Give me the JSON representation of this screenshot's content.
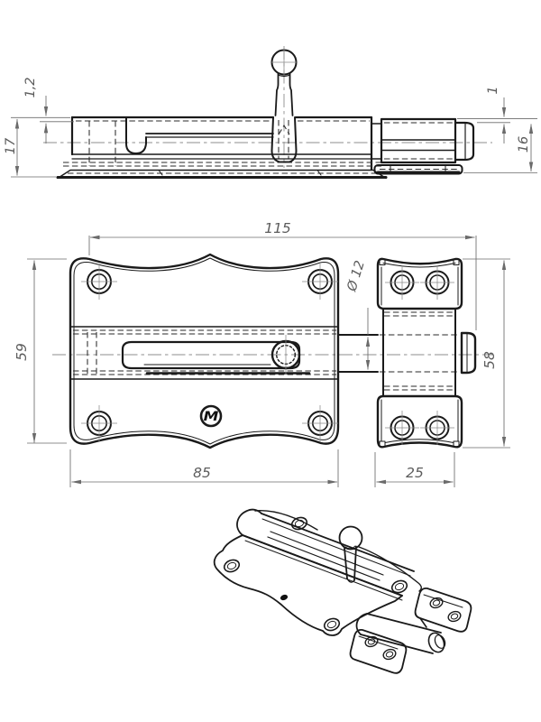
{
  "dimensions": {
    "side": {
      "sheet_thickness": "1,2",
      "plate_height": "17",
      "bolt_step": "1",
      "keeper_height": "16"
    },
    "plan": {
      "overall_length": "115",
      "bolt_diameter": "Ø 12",
      "plate_height": "59",
      "keeper_height": "58",
      "plate_width": "85",
      "keeper_width": "25"
    }
  },
  "logo": {
    "mark": "M"
  },
  "colors": {
    "background": "#ffffff",
    "drawing_line": "#1a1a1a",
    "dimension_line": "#6b6b6b",
    "dimension_text": "#5c5c5c"
  }
}
